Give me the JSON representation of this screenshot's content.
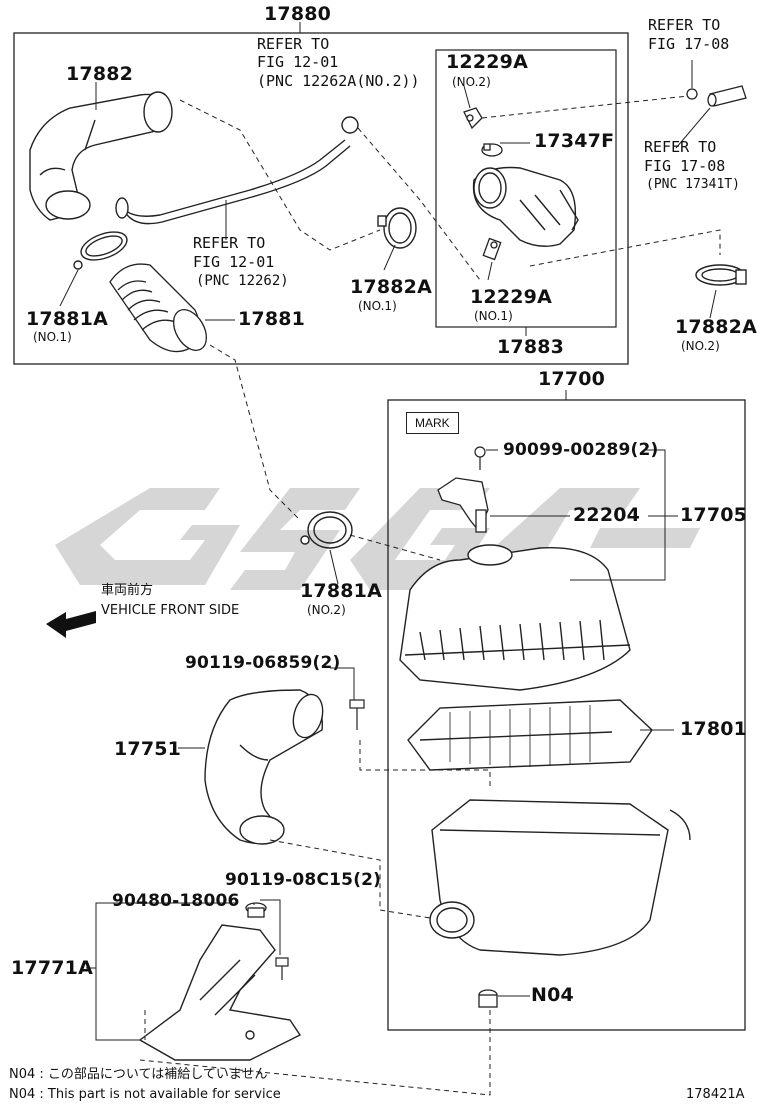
{
  "diagram_id": "178421A",
  "watermark": "GSGC",
  "vehicle_front": {
    "japanese": "車両前方",
    "english": "VEHICLE FRONT SIDE"
  },
  "mark_label": "MARK",
  "footnotes": [
    "N04 : この部品については補給していません",
    "N04 : This part is not available for service"
  ],
  "parts": {
    "p17880": "17880",
    "p17882": "17882",
    "p17881A_1": "17881A",
    "p17881A_1_no": "(NO.1)",
    "p17881": "17881",
    "p17882A_1": "17882A",
    "p17882A_1_no": "(NO.1)",
    "p12229A_2": "12229A",
    "p12229A_2_no": "(NO.2)",
    "p17347F": "17347F",
    "p12229A_1": "12229A",
    "p12229A_1_no": "(NO.1)",
    "p17883": "17883",
    "p17882A_2": "17882A",
    "p17882A_2_no": "(NO.2)",
    "p17700": "17700",
    "p90099": "90099-00289(2)",
    "p22204": "22204",
    "p17705": "17705",
    "p17881A_2": "17881A",
    "p17881A_2_no": "(NO.2)",
    "p90119_06859": "90119-06859(2)",
    "p17751": "17751",
    "p17801": "17801",
    "p90119_08C15": "90119-08C15(2)",
    "p90480": "90480-18006",
    "p17771A": "17771A",
    "pN04": "N04"
  },
  "refers": {
    "r1201a_l1": "REFER TO",
    "r1201a_l2": "FIG 12-01",
    "r1201a_l3": "(PNC 12262A(NO.2))",
    "r1201b_l1": "REFER TO",
    "r1201b_l2": "FIG 12-01",
    "r1201b_l3": "(PNC 12262)",
    "r1708a_l1": "REFER TO",
    "r1708a_l2": "FIG 17-08",
    "r1708b_l1": "REFER TO",
    "r1708b_l2": "FIG 17-08",
    "r1708b_l3": "(PNC 17341T)"
  }
}
